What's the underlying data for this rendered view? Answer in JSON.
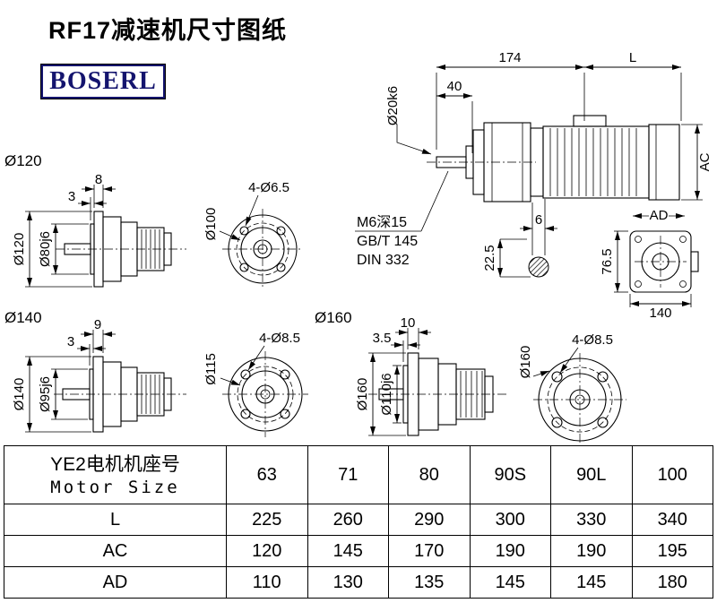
{
  "page": {
    "title": "RF17减速机尺寸图纸",
    "brand": "BOSERL"
  },
  "assembly": {
    "dim_total": "174",
    "dim_motor": "L",
    "dim_shaft_len": "40",
    "dim_shaft_dia": "Ø20k6",
    "dim_ac": "AC",
    "dim_ad": "AD",
    "note_tap": "M6深15",
    "note_std1": "GB/T 145",
    "note_std2": "DIN 332",
    "dim_key_w": "6",
    "dim_key_h": "22.5",
    "dim_box_h": "76.5",
    "dim_box_w": "140"
  },
  "flange120": {
    "label": "Ø120",
    "dim_t1": "8",
    "dim_t2": "3",
    "dim_outer": "Ø120",
    "dim_spigot": "Ø80j6",
    "holes": "4-Ø6.5",
    "bolt_circle": "Ø100"
  },
  "flange140": {
    "label": "Ø140",
    "dim_t1": "9",
    "dim_t2": "3",
    "dim_outer": "Ø140",
    "dim_spigot": "Ø95j6",
    "holes": "4-Ø8.5",
    "bolt_circle": "Ø115"
  },
  "flange160": {
    "label": "Ø160",
    "dim_t1": "10",
    "dim_t2": "3.5",
    "dim_outer": "Ø160",
    "dim_spigot": "Ø110j6",
    "holes": "4-Ø8.5",
    "outer_label": "Ø160"
  },
  "table": {
    "header_cn": "YE2电机机座号",
    "header_en": "Motor Size",
    "columns": [
      "63",
      "71",
      "80",
      "90S",
      "90L",
      "100"
    ],
    "rows": [
      {
        "label": "L",
        "values": [
          "225",
          "260",
          "290",
          "300",
          "330",
          "340"
        ]
      },
      {
        "label": "AC",
        "values": [
          "120",
          "145",
          "170",
          "190",
          "190",
          "195"
        ]
      },
      {
        "label": "AD",
        "values": [
          "110",
          "130",
          "135",
          "145",
          "145",
          "180"
        ]
      }
    ]
  }
}
